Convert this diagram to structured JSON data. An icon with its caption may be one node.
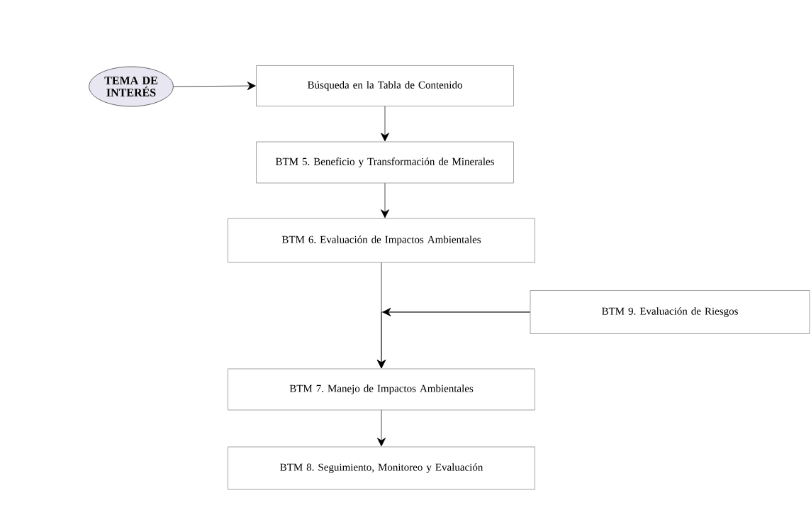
{
  "diagram": {
    "nodes": [
      {
        "text": [
          "TEMA DE INTERÉS"
        ]
      },
      {
        "text": [
          "Búsqueda en la Tabla de Contenido"
        ]
      },
      {
        "text": [
          "BTM 5. Beneficio y Transformación de Minerales"
        ]
      },
      {
        "text": [
          "BTM 6. Evaluación de Impactos Ambientales"
        ]
      },
      {
        "text": [
          "BTM 9. Evaluación de Riesgos"
        ]
      },
      {
        "text": [
          "BTM 7. Manejo de Impactos Ambientales"
        ]
      },
      {
        "text": [
          "BTM 8. Seguimiento, Monitoreo y Evaluación"
        ]
      }
    ],
    "edges": [
      {
        "from": 0,
        "to": 1,
        "arrow": "to"
      },
      {
        "from": 1,
        "to": 2,
        "arrow": "to"
      },
      {
        "from": 2,
        "to": 3,
        "arrow": "to"
      },
      {
        "from": 3,
        "to": 5,
        "arrow": "to"
      },
      {
        "from": 4,
        "to": 5,
        "arrow": "to"
      },
      {
        "from": 5,
        "to": 6,
        "arrow": "to"
      }
    ]
  }
}
